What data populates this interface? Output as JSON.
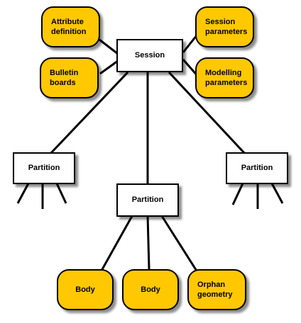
{
  "diagram": {
    "root": {
      "label": "Session"
    },
    "root_attachments": [
      {
        "label": "Attribute\ndefinition"
      },
      {
        "label": "Bulletin\nboards"
      },
      {
        "label": "Session\nparameters"
      },
      {
        "label": "Modelling\nparameters"
      }
    ],
    "partitions": [
      {
        "label": "Partition"
      },
      {
        "label": "Partition"
      },
      {
        "label": "Partition"
      }
    ],
    "partition_children": [
      {
        "label": "Body"
      },
      {
        "label": "Body"
      },
      {
        "label": "Orphan\ngeometry"
      }
    ],
    "colors": {
      "pill_fill": "#ffc800",
      "box_fill": "#ffffff",
      "stroke": "#000000"
    }
  }
}
